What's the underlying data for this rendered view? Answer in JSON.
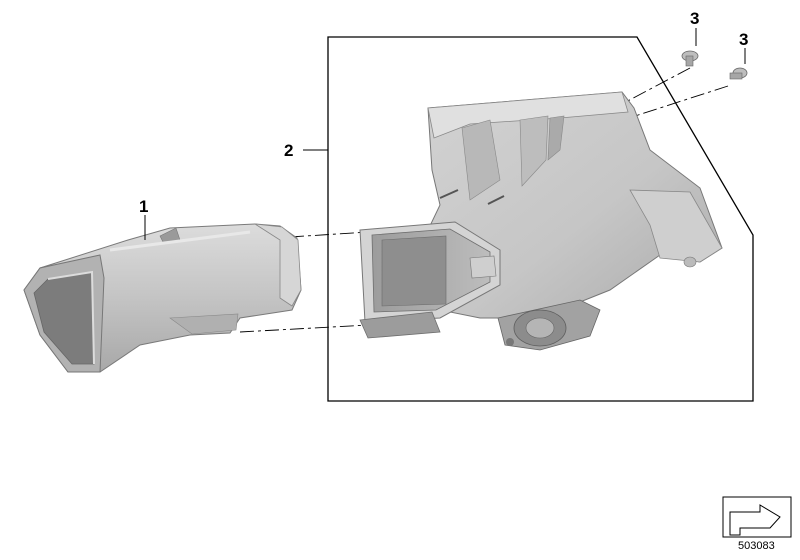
{
  "callouts": {
    "part1": "1",
    "part2": "2",
    "part3a": "3",
    "part3b": "3"
  },
  "reference_number": "503083",
  "colors": {
    "part_body": "#c9c9c9",
    "part_shadow": "#9a9a9a",
    "part_highlight": "#e6e6e6",
    "line": "#000000"
  }
}
